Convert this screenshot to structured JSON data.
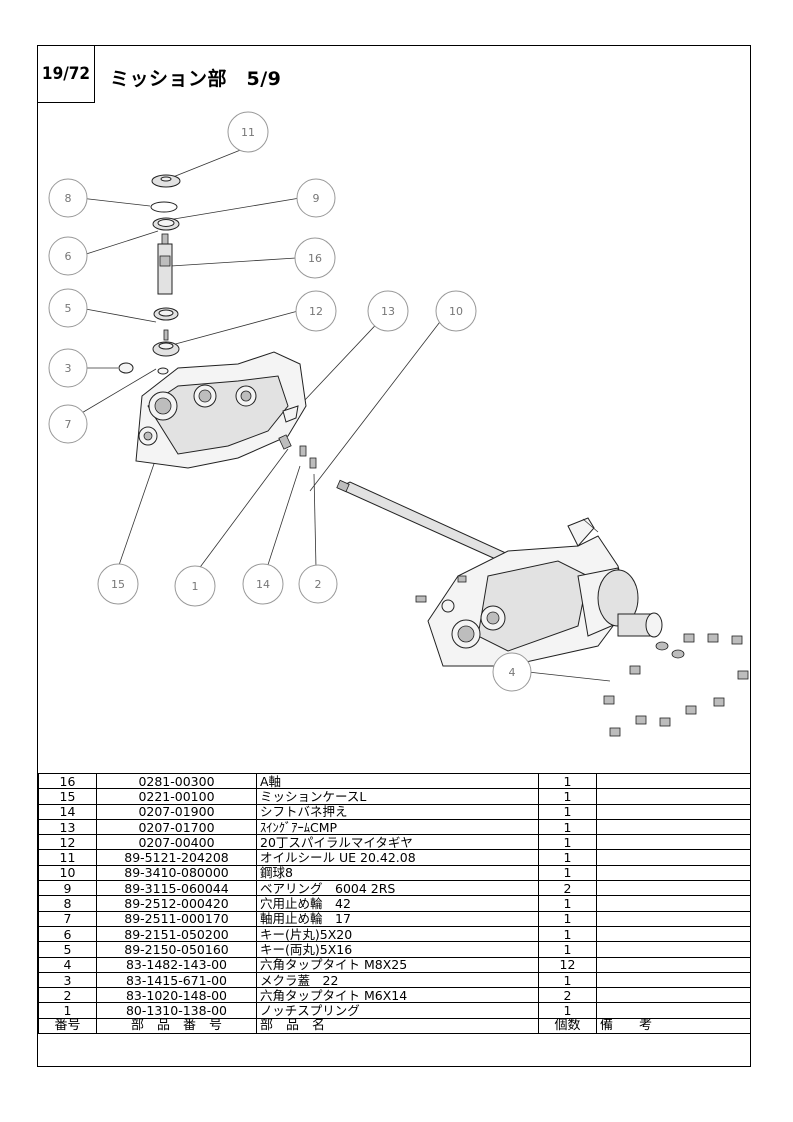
{
  "page": {
    "page_number": "19/72",
    "title": "ミッション部　5/9"
  },
  "callouts": [
    "11",
    "8",
    "9",
    "6",
    "16",
    "5",
    "12",
    "13",
    "10",
    "3",
    "7",
    "15",
    "1",
    "14",
    "2",
    "4"
  ],
  "table": {
    "header": {
      "no": "番号",
      "part_number": "部　品　番　号",
      "part_name": "部　品　名",
      "qty": "個数",
      "remarks": "備　　考"
    },
    "rows": [
      {
        "no": "16",
        "part_number": "0281-00300",
        "part_name": "A軸",
        "qty": "1",
        "remarks": ""
      },
      {
        "no": "15",
        "part_number": "0221-00100",
        "part_name": "ミッションケースL",
        "qty": "1",
        "remarks": ""
      },
      {
        "no": "14",
        "part_number": "0207-01900",
        "part_name": "シフトバネ押え",
        "qty": "1",
        "remarks": ""
      },
      {
        "no": "13",
        "part_number": "0207-01700",
        "part_name": "ｽｲﾝｸﾞｱｰﾑCMP",
        "qty": "1",
        "remarks": ""
      },
      {
        "no": "12",
        "part_number": "0207-00400",
        "part_name": "20丁スパイラルマイタギヤ",
        "qty": "1",
        "remarks": ""
      },
      {
        "no": "11",
        "part_number": "89-5121-204208",
        "part_name": "オイルシール UE 20.42.08",
        "qty": "1",
        "remarks": ""
      },
      {
        "no": "10",
        "part_number": "89-3410-080000",
        "part_name": "鋼球8",
        "qty": "1",
        "remarks": ""
      },
      {
        "no": "9",
        "part_number": "89-3115-060044",
        "part_name": "ベアリング　6004 2RS",
        "qty": "2",
        "remarks": ""
      },
      {
        "no": "8",
        "part_number": "89-2512-000420",
        "part_name": "穴用止め輪　42",
        "qty": "1",
        "remarks": ""
      },
      {
        "no": "7",
        "part_number": "89-2511-000170",
        "part_name": "軸用止め輪　17",
        "qty": "1",
        "remarks": ""
      },
      {
        "no": "6",
        "part_number": "89-2151-050200",
        "part_name": "キー(片丸)5X20",
        "qty": "1",
        "remarks": ""
      },
      {
        "no": "5",
        "part_number": "89-2150-050160",
        "part_name": "キー(両丸)5X16",
        "qty": "1",
        "remarks": ""
      },
      {
        "no": "4",
        "part_number": "83-1482-143-00",
        "part_name": "六角タップタイト M8X25",
        "qty": "12",
        "remarks": ""
      },
      {
        "no": "3",
        "part_number": "83-1415-671-00",
        "part_name": "メクラ蓋　22",
        "qty": "1",
        "remarks": ""
      },
      {
        "no": "2",
        "part_number": "83-1020-148-00",
        "part_name": "六角タップタイト M6X14",
        "qty": "2",
        "remarks": ""
      },
      {
        "no": "1",
        "part_number": "80-1310-138-00",
        "part_name": "ノッチスプリング",
        "qty": "1",
        "remarks": ""
      }
    ]
  }
}
